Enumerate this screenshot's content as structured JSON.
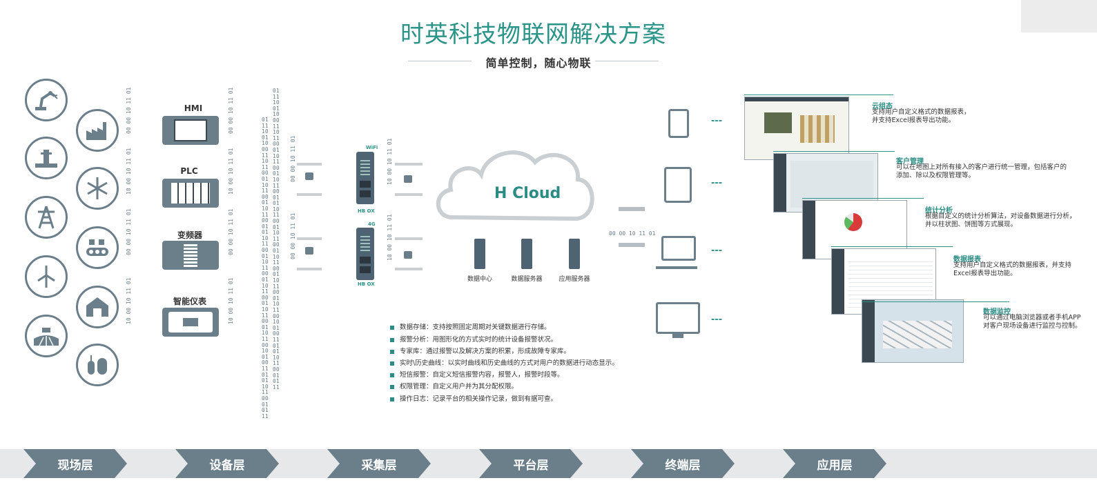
{
  "header": {
    "title": "时英科技物联网解决方案",
    "subtitle": "简单控制，随心物联"
  },
  "field_icons": [
    "robot-arm-icon",
    "factory-icon",
    "oil-well-icon",
    "snowflake-icon",
    "power-tower-icon",
    "conveyor-icon",
    "wind-turbine-icon",
    "barn-icon",
    "farmland-icon",
    "chemical-tank-icon"
  ],
  "devices": [
    {
      "label": "HMI"
    },
    {
      "label": "PLC"
    },
    {
      "label": "变频器"
    },
    {
      "label": "智能仪表"
    }
  ],
  "bits": {
    "pair_a": "00 00 10 11 01",
    "pair_b": "10 00 10 11 01",
    "column": "01\n11\n10\n01\n10\n00\n11\n10\n11\n00\n01\n10\n11\n00\n01\n10\n11\n00\n01\n01\n10\n11\n00\n01\n10\n11\n00\n01\n10\n11\n00\n01\n10\n11\n00\n01\n10\n11\n00\n10\n01\n00\n11\n01\n01\n10\n11\n00\n01\n01\n11"
  },
  "gateways": [
    {
      "label": "HB OX",
      "signal": "WiFi"
    },
    {
      "label": "HB OX",
      "signal": "4G"
    }
  ],
  "cloud": {
    "label": "H Cloud",
    "servers": [
      "数据中心",
      "数据服务器",
      "应用服务器"
    ]
  },
  "terminals": [
    "phone-icon",
    "tablet-icon",
    "laptop-icon",
    "monitor-icon"
  ],
  "terminal_dash": "---",
  "features": [
    "数据存储：支持按照固定周期对关键数据进行存储。",
    "报警分析：用图形化的方式实时的统计设备报警状况。",
    "专家库：通过报警以及解决方案的积累，形成故障专家库。",
    "实时\\历史曲线：以实时曲线和历史曲线的方式对用户的数据进行动态显示。",
    "短信报警：自定义短信报警内容，报警人，报警时段等。",
    "权限管理：自定义用户并为其分配权限。",
    "操作日志：记录平台的相关操作记录，做到有据可查。"
  ],
  "apps": [
    {
      "title": "云组态",
      "desc": [
        "支持用户自定义格式的数据报表，",
        "并支持Excel报表导出功能。"
      ]
    },
    {
      "title": "客户管理",
      "desc": [
        "可以在地图上对所有接入的客户进行统一管理，包括客户的",
        "添加、除以及权限管理等。"
      ]
    },
    {
      "title": "统计分析",
      "desc": [
        "根据自定义的统计分析算法，对设备数据进行分析，",
        "并以柱状图、饼图等方式展现。"
      ]
    },
    {
      "title": "数据报表",
      "desc": [
        "支持用户自定义格式的数据报表，并支持",
        "Excel报表导出功能。"
      ]
    },
    {
      "title": "数据监控",
      "desc": [
        "可以通过电脑浏览器或者手机APP",
        "对客户现场设备进行监控与控制。"
      ]
    }
  ],
  "layers": [
    "现场层",
    "设备层",
    "采集层",
    "平台层",
    "终端层",
    "应用层"
  ],
  "colors": {
    "accent": "#2a9488",
    "slate": "#6b7f8a",
    "dark": "#4f6472"
  }
}
